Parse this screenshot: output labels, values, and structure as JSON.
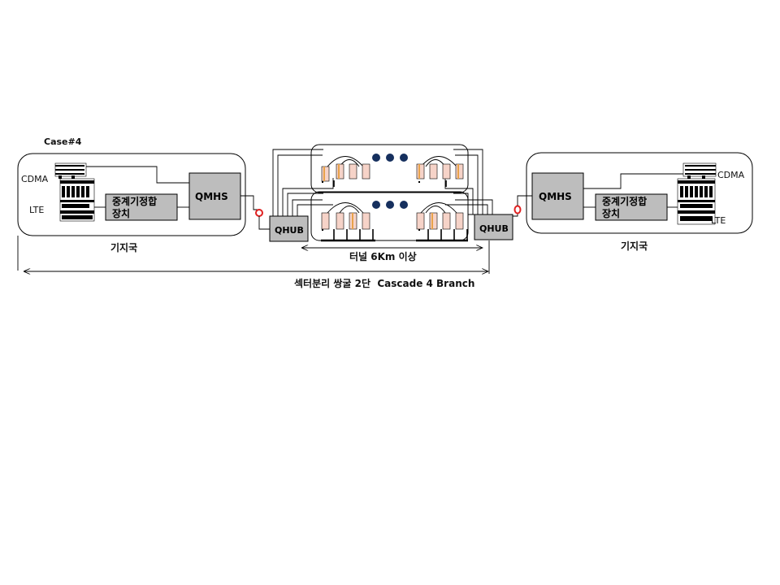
{
  "case_label": "Case#4",
  "left_station": {
    "cdma_label": "CDMA",
    "lte_label": "LTE",
    "repeater_label_line1": "중계기정합",
    "repeater_label_line2": "장치",
    "qmhs_label": "QMHS",
    "station_label": "기지국"
  },
  "right_station": {
    "cdma_label": "CDMA",
    "lte_label": "LTE",
    "repeater_label_line1": "중계기정합",
    "repeater_label_line2": "장치",
    "qmhs_label": "QMHS",
    "station_label": "기지국"
  },
  "tunnel": {
    "left_hub_label": "QHUB",
    "right_hub_label": "QHUB",
    "distance_label": "터널 6Km 이상"
  },
  "overall_span_label": "섹터분리 쌍굴 2단  Cascade 4 Branch",
  "colors": {
    "connector_red": "#e02020",
    "box_gray": "#bdbdbd",
    "dot_navy": "#16305e",
    "antenna_fill": "#f6d3c8",
    "antenna_stripe": "#e8a24a"
  }
}
